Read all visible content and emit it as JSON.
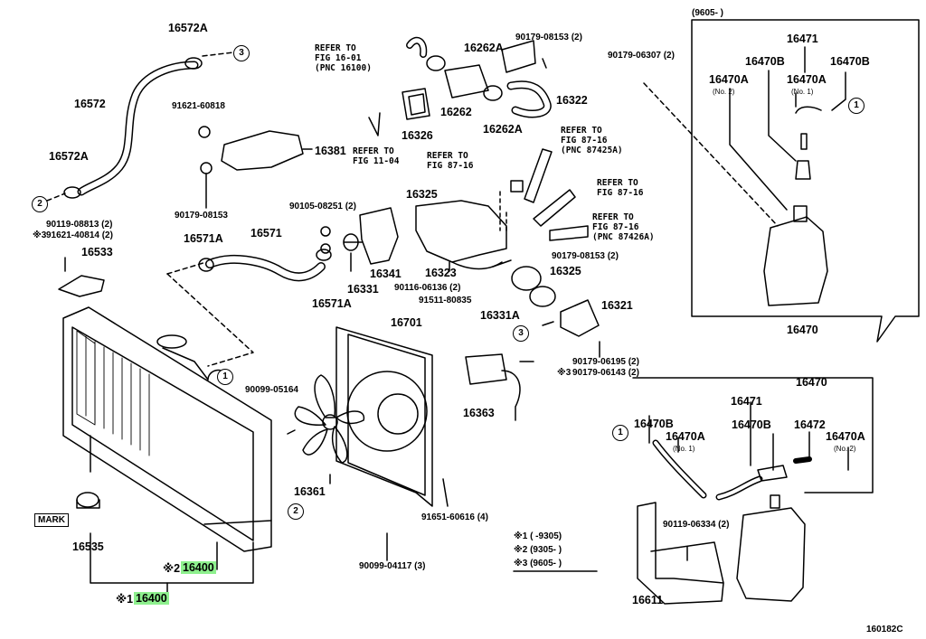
{
  "labels": {
    "p16572A": "16572A",
    "p16572": "16572",
    "p16572A_2": "16572A",
    "p91621_60818": "91621-60818",
    "p16381": "16381",
    "p90179_08153": "90179-08153",
    "p90119_08813": "90119-08813 (2)",
    "p91621_40814": "91621-40814 (2)",
    "p16533": "16533",
    "p16571A": "16571A",
    "p16571": "16571",
    "p16571A_2": "16571A",
    "p16262A": "16262A",
    "p16262": "16262",
    "p16262A_2": "16262A",
    "p16322": "16322",
    "p16326": "16326",
    "p90179_08153_2": "90179-08153 (2)",
    "p90105_08251": "90105-08251 (2)",
    "p16325": "16325",
    "p16341": "16341",
    "p16331": "16331",
    "p16323": "16323",
    "p90179_08153_3": "90179-08153 (2)",
    "p16325_2": "16325",
    "p90116_06136": "90116-06136 (2)",
    "p91511_80835": "91511-80835",
    "p16331A": "16331A",
    "p16321": "16321",
    "p16701": "16701",
    "p90099_05164": "90099-05164",
    "p16363": "16363",
    "p90179_06195": "90179-06195 (2)",
    "p90179_06143": "90179-06143 (2)",
    "p16361": "16361",
    "p91651_60616": "91651-60616 (4)",
    "p90099_04117": "90099-04117 (3)",
    "p16535": "16535",
    "p16400_2": "16400",
    "p16400_1": "16400",
    "p90179_06307": "90179-06307 (2)",
    "p16470_top": "16470",
    "p16471_top": "16471",
    "p16470B_top": "16470B",
    "p16470A_top1": "16470A",
    "p16470A_top2": "16470A",
    "p16470B_top2": "16470B",
    "p16470_bot": "16470",
    "p16471_bot": "16471",
    "p16470B_bot": "16470B",
    "p16470A_bot": "16470A",
    "p16470B_bot2": "16470B",
    "p16472": "16472",
    "p16470A_bot2": "16470A",
    "p90119_06334": "90119-06334 (2)",
    "p16611": "16611"
  },
  "mini": {
    "no2": "(No. 2)",
    "no1": "(No. 1)",
    "no1b": "(No. 1)",
    "no2b": "(No. 2)"
  },
  "refs": {
    "r1": "REFER TO\nFIG 16-01\n(PNC 16100)",
    "r2": "REFER TO\nFIG 11-04",
    "r3": "REFER TO\nFIG 87-16",
    "r4": "REFER TO\nFIG 87-16\n(PNC 87425A)",
    "r5": "REFER TO\nFIG 87-16",
    "r6": "REFER TO\nFIG 87-16\n(PNC 87426A)"
  },
  "marks": {
    "star1": "※1",
    "star2": "※2",
    "star3": "※3",
    "star3b": "※3",
    "star3c": "※3"
  },
  "legend": {
    "l1": "(      -9305)",
    "l2": "(9305-      )",
    "l3": "(9605-      )"
  },
  "inset_header": "(9605-      )",
  "mark_box": "MARK",
  "circles": [
    "3",
    "2",
    "1",
    "3",
    "2",
    "1",
    "1"
  ],
  "diagram_code": "160182C",
  "colors": {
    "highlight": "#8ef08e",
    "ink": "#000000"
  }
}
